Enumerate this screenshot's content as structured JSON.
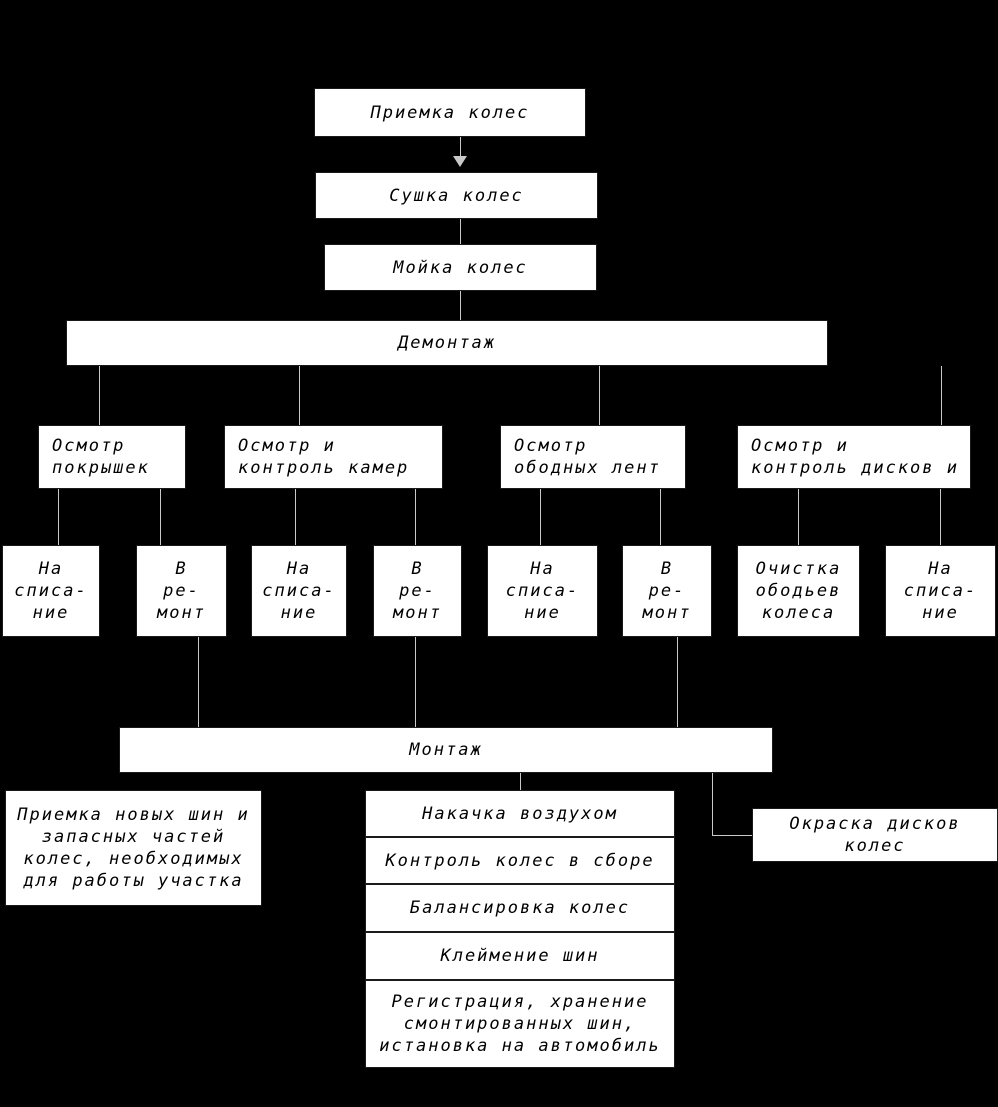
{
  "diagram": {
    "background_color": "#000000",
    "box_color": "#ffffff",
    "line_color": "#c9c9c9",
    "nodes": {
      "priemka_koles": {
        "label": "Приемка колес"
      },
      "sushka_koles": {
        "label": "Сушка колес"
      },
      "moika_koles": {
        "label": "Мойка колес"
      },
      "demontazh": {
        "label": "Демонтаж"
      },
      "osmotr_pokryshek": {
        "label": "Осмотр\nпокрышек"
      },
      "osmotr_kamer": {
        "label": "Осмотр и\nконтроль камер"
      },
      "osmotr_lent": {
        "label": "Осмотр\nободных лент"
      },
      "osmotr_diskov": {
        "label": "Осмотр и\nконтроль дисков и"
      },
      "na_spisanie_1": {
        "label": "На\nсписа-\nние"
      },
      "v_remont_1": {
        "label": "В\nре-\nмонт"
      },
      "na_spisanie_2": {
        "label": "На\nсписа-\nние"
      },
      "v_remont_2": {
        "label": "В\nре-\nмонт"
      },
      "na_spisanie_3": {
        "label": "На\nсписа-\nние"
      },
      "v_remont_3": {
        "label": "В\nре-\nмонт"
      },
      "ochistka_obodev": {
        "label": "Очистка\nободьев\nколеса"
      },
      "na_spisanie_4": {
        "label": "На\nсписа-\nние"
      },
      "montazh": {
        "label": "Монтаж"
      },
      "priemka_novyh_shin": {
        "label": "Приемка новых шин и\nзапасных частей\nколес, необходимых\nдля работы участка"
      },
      "nakachka": {
        "label": "Накачка воздухом"
      },
      "kontrol_v_sbore": {
        "label": "Контроль колес в сборе"
      },
      "balansirovka": {
        "label": "Балансировка колес"
      },
      "kleimenie": {
        "label": "Клеймение шин"
      },
      "registratsiya": {
        "label": "Регистрация, хранение\nсмонтированных шин,\nистановка на автомобиль"
      },
      "okraska_diskov": {
        "label": "Окраска дисков\nколес"
      }
    }
  }
}
